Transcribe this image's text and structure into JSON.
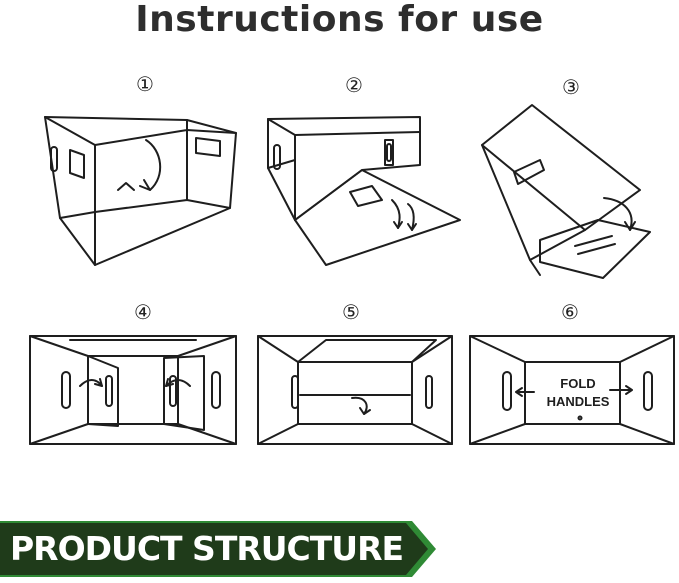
{
  "title": "Instructions for use",
  "steps": [
    {
      "number": "①"
    },
    {
      "number": "②"
    },
    {
      "number": "③"
    },
    {
      "number": "④"
    },
    {
      "number": "⑤"
    },
    {
      "number": "⑥"
    }
  ],
  "step6_label_line1": "FOLD",
  "step6_label_line2": "HANDLES",
  "banner_label": "PRODUCT STRUCTURE",
  "colors": {
    "line": "#1e1e1e",
    "banner_dark": "#1f3b1a",
    "banner_green": "#2f8a35",
    "title": "#2e2e2e"
  }
}
